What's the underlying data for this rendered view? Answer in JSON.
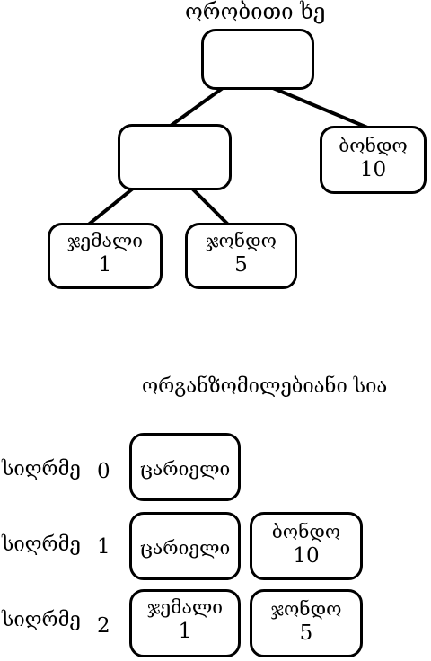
{
  "tree": {
    "title": "ორობითი ხე",
    "root": {
      "label": "",
      "value": ""
    },
    "inner": {
      "label": "",
      "value": ""
    },
    "leaf_left_1": {
      "label": "ჯემალი",
      "value": "1"
    },
    "leaf_left_2": {
      "label": "ჯონდო",
      "value": "5"
    },
    "leaf_right": {
      "label": "ბონდო",
      "value": "10"
    }
  },
  "list": {
    "title": "ორგანზომილებიანი სია",
    "rows": [
      {
        "depth_label": "სიღრმე",
        "depth": "0",
        "cells": [
          {
            "label": "ცარიელი",
            "value": ""
          }
        ]
      },
      {
        "depth_label": "სიღრმე",
        "depth": "1",
        "cells": [
          {
            "label": "ცარიელი",
            "value": ""
          },
          {
            "label": "ბონდო",
            "value": "10"
          }
        ]
      },
      {
        "depth_label": "სიღრმე",
        "depth": "2",
        "cells": [
          {
            "label": "ჯემალი",
            "value": "1"
          },
          {
            "label": "ჯონდო",
            "value": "5"
          }
        ]
      }
    ]
  }
}
